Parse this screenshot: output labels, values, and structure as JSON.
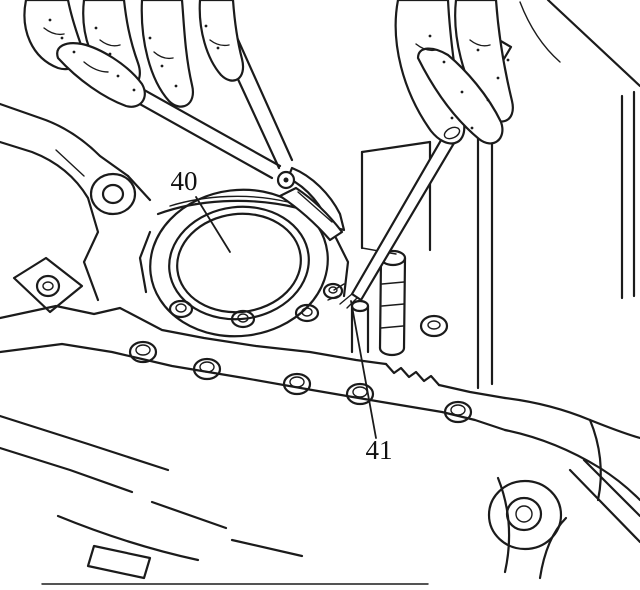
{
  "figure": {
    "type": "technical-line-illustration",
    "background_color": "#ffffff",
    "line_color": "#1b1b1b",
    "callouts": [
      {
        "label": "40"
      },
      {
        "label": "41"
      }
    ],
    "elements": [
      "left-hand-holding-diagonal-pliers",
      "right-hand-holding-seal-pick-tool",
      "circular-seal-bore",
      "engine-block-with-bolt-heads",
      "mounting-studs",
      "right-bracket-with-bolt"
    ]
  }
}
